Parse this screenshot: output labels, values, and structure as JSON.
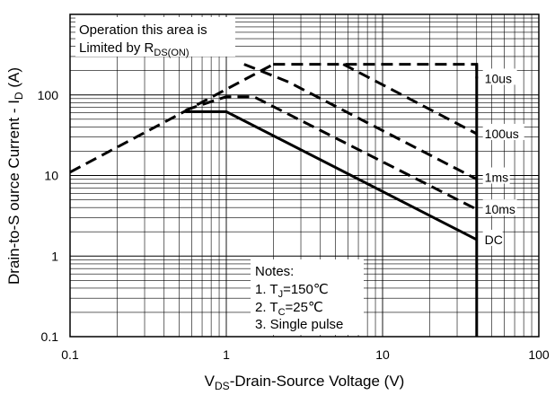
{
  "chart_data": {
    "type": "line",
    "title": "",
    "xscale": "log",
    "yscale": "log",
    "xlim": [
      0.1,
      100
    ],
    "ylim": [
      0.1,
      1000
    ],
    "grid": true,
    "xlabel": {
      "main": "V",
      "sub": "DS",
      "rest": "-Drain-Source Voltage (V)"
    },
    "ylabel": {
      "main": "Drain-to-S ource Current - I",
      "sub": "D",
      "rest": " (A)"
    },
    "x_ticks": [
      {
        "value": 0.1,
        "label": "0.1"
      },
      {
        "value": 1,
        "label": "1"
      },
      {
        "value": 10,
        "label": "10"
      },
      {
        "value": 100,
        "label": "100"
      }
    ],
    "y_ticks": [
      {
        "value": 0.1,
        "label": "0.1"
      },
      {
        "value": 1,
        "label": "1"
      },
      {
        "value": 10,
        "label": "10"
      },
      {
        "value": 100,
        "label": "100"
      }
    ],
    "limit_note": {
      "line1": "Operation this area is",
      "line2_main": "Limited  by R",
      "line2_sub": "DS(ON)"
    },
    "notes": {
      "heading": "Notes:",
      "line1": {
        "pre": "1. T",
        "sub": "J",
        "post": "=150℃"
      },
      "line2": {
        "pre": "2. T",
        "sub": "C",
        "post": "=25℃"
      },
      "line3": "3. Single pulse"
    },
    "series": [
      {
        "name": "10us",
        "style": "dashed",
        "points": [
          [
            2.0,
            240
          ],
          [
            40,
            240
          ],
          [
            40,
            160
          ]
        ]
      },
      {
        "name": "100us",
        "style": "dashed",
        "points": [
          [
            5.6,
            240
          ],
          [
            40,
            33
          ]
        ]
      },
      {
        "name": "1ms",
        "style": "dashed",
        "points": [
          [
            1.3,
            240
          ],
          [
            2.5,
            145
          ],
          [
            40,
            9
          ]
        ]
      },
      {
        "name": "10ms",
        "style": "dashed",
        "points": [
          [
            0.55,
            65
          ],
          [
            1.0,
            95
          ],
          [
            1.5,
            95
          ],
          [
            40,
            3.8
          ]
        ]
      },
      {
        "name": "DC",
        "style": "solid",
        "points": [
          [
            0.55,
            62
          ],
          [
            1.0,
            62
          ],
          [
            40,
            1.6
          ]
        ]
      },
      {
        "name": "",
        "style": "dashed",
        "points": [
          [
            0.1,
            11
          ],
          [
            2.0,
            240
          ]
        ]
      },
      {
        "name": "",
        "style": "solid",
        "points": [
          [
            40,
            240
          ],
          [
            40,
            0.1
          ]
        ]
      }
    ],
    "curve_labels": [
      {
        "text": "10us",
        "x": 45,
        "y": 160
      },
      {
        "text": "100us",
        "x": 45,
        "y": 33
      },
      {
        "text": "1ms",
        "x": 45,
        "y": 9.5
      },
      {
        "text": "10ms",
        "x": 45,
        "y": 3.8
      },
      {
        "text": "DC",
        "x": 45,
        "y": 1.6
      }
    ]
  }
}
